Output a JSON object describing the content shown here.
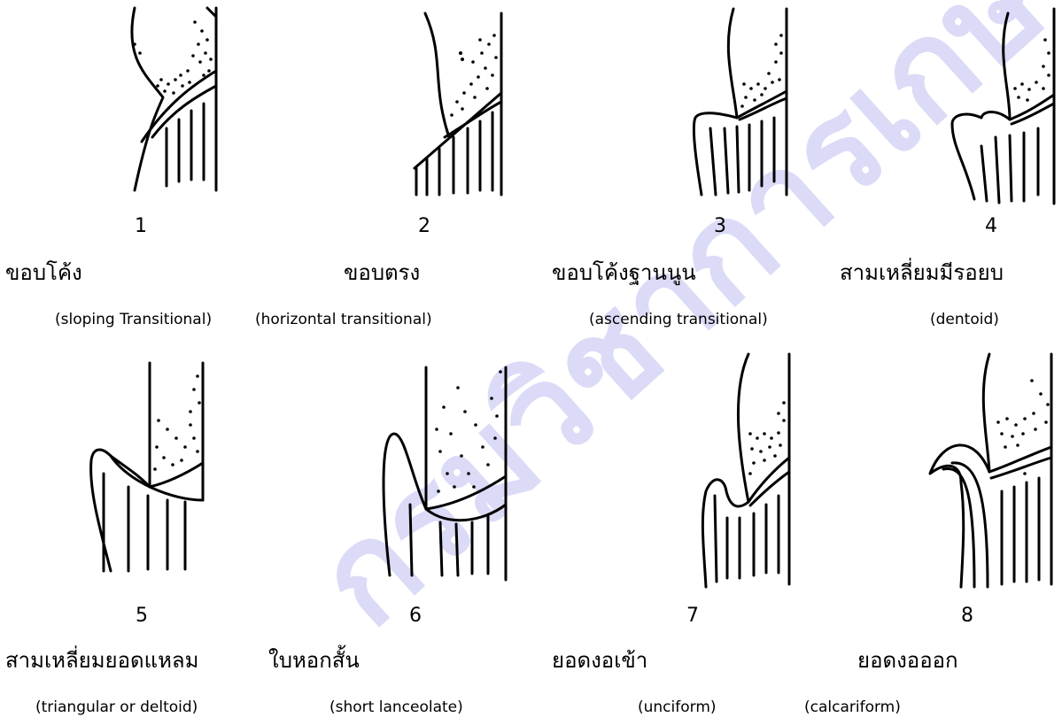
{
  "watermark": {
    "text": "กรมวิชาการเกษ",
    "color": "#3b3bd6"
  },
  "figures": [
    {
      "number": "1",
      "thai": "ขอบโค้ง",
      "english": "(sloping Transitional)"
    },
    {
      "number": "2",
      "thai": "ขอบตรง",
      "english": "(horizontal transitional)"
    },
    {
      "number": "3",
      "thai": "ขอบโค้งฐานนูน",
      "english": "(ascending transitional)"
    },
    {
      "number": "4",
      "thai": "สามเหลี่ยมมีรอยบ",
      "english": "(dentoid)"
    },
    {
      "number": "5",
      "thai": "สามเหลี่ยมยอดแหลม",
      "english": "(triangular or deltoid)"
    },
    {
      "number": "6",
      "thai": "ใบหอกสั้น",
      "english": "(short lanceolate)"
    },
    {
      "number": "7",
      "thai": "ยอดงอเข้า",
      "english": "(unciform)"
    },
    {
      "number": "8",
      "thai": "ยอดงอออก",
      "english": "(calcariform)"
    }
  ]
}
